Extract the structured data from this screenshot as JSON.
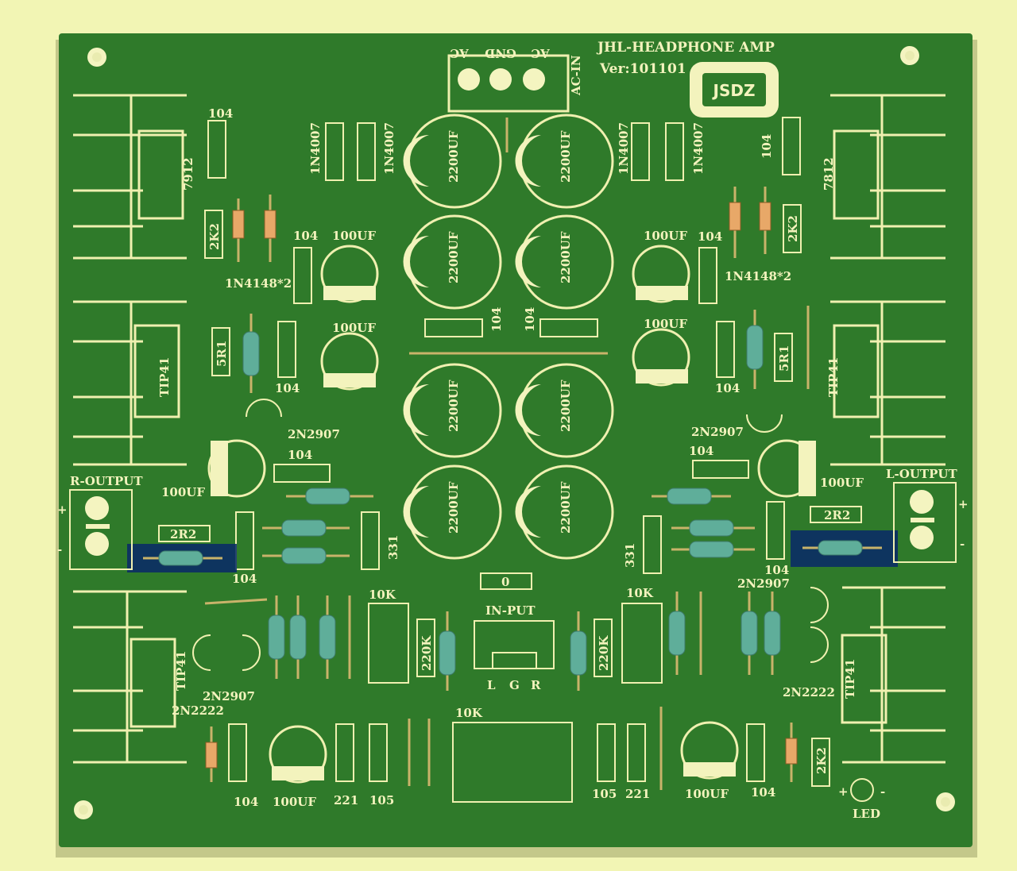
{
  "board": {
    "title": "JHL-HEADPHONE AMP",
    "version": "Ver:101101",
    "logo": "JSDZ",
    "colors": {
      "background": "#f2f5b4",
      "pcb": "#2f7a2a",
      "silkscreen": "#f3f3bd",
      "highlight": "#0a2a66"
    }
  },
  "connectors": {
    "ac_in": {
      "label": "AC-IN",
      "pins": [
        "AC",
        "GND",
        "AC"
      ]
    },
    "r_output": "R-OUTPUT",
    "l_output": "L-OUTPUT",
    "input": {
      "label": "IN-PUT",
      "pins": [
        "L",
        "G",
        "R"
      ]
    },
    "led": "LED"
  },
  "labels": {
    "cap_104": "104",
    "cap_100uf": "100UF",
    "cap_2200uf": "2200UF",
    "cap_331": "331",
    "cap_221": "221",
    "cap_105": "105",
    "diode_1n4007": "1N4007",
    "diode_1n4148": "1N4148*2",
    "res_2k2": "2K2",
    "res_5r1": "5R1",
    "res_2r2": "2R2",
    "res_220k": "220K",
    "res_0": "0",
    "pot_10k": "10K",
    "reg_7912": "7912",
    "reg_7812": "7812",
    "tr_tip41": "TIP41",
    "tr_2n2907": "2N2907",
    "tr_2n2222": "2N2222",
    "plus": "+",
    "minus": "-"
  }
}
